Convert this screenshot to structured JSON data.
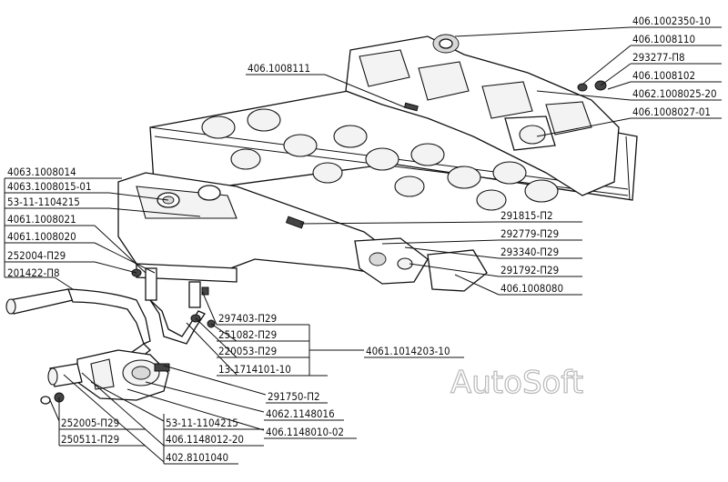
{
  "watermark": "AutoSoft",
  "labels": {
    "l01": "406.1002350-10",
    "l02": "406.1008110",
    "l03": "293277-П8",
    "l04": "406.1008102",
    "l05": "4062.1008025-20",
    "l06": "406.1008027-01",
    "l07": "406.1008111",
    "l08": "4063.1008014",
    "l09": "4063.1008015-01",
    "l10": "53-11-1104215",
    "l11": "4061.1008021",
    "l12": "4061.1008020",
    "l13": "252004-П29",
    "l14": "201422-П8",
    "l15": "291815-П2",
    "l16": "292779-П29",
    "l17": "293340-П29",
    "l18": "291792-П29",
    "l19": "406.1008080",
    "l20": "297403-П29",
    "l21": "251082-П29",
    "l22": "220053-П29",
    "l23": "13-1714101-10",
    "l24": "4061.1014203-10",
    "l25": "291750-П2",
    "l26": "4062.1148016",
    "l27": "406.1148010-02",
    "l28": "53-11-1104215",
    "l29": "406.1148012-20",
    "l30": "402.8101040",
    "l31": "252005-П29",
    "l32": "250511-П29"
  }
}
